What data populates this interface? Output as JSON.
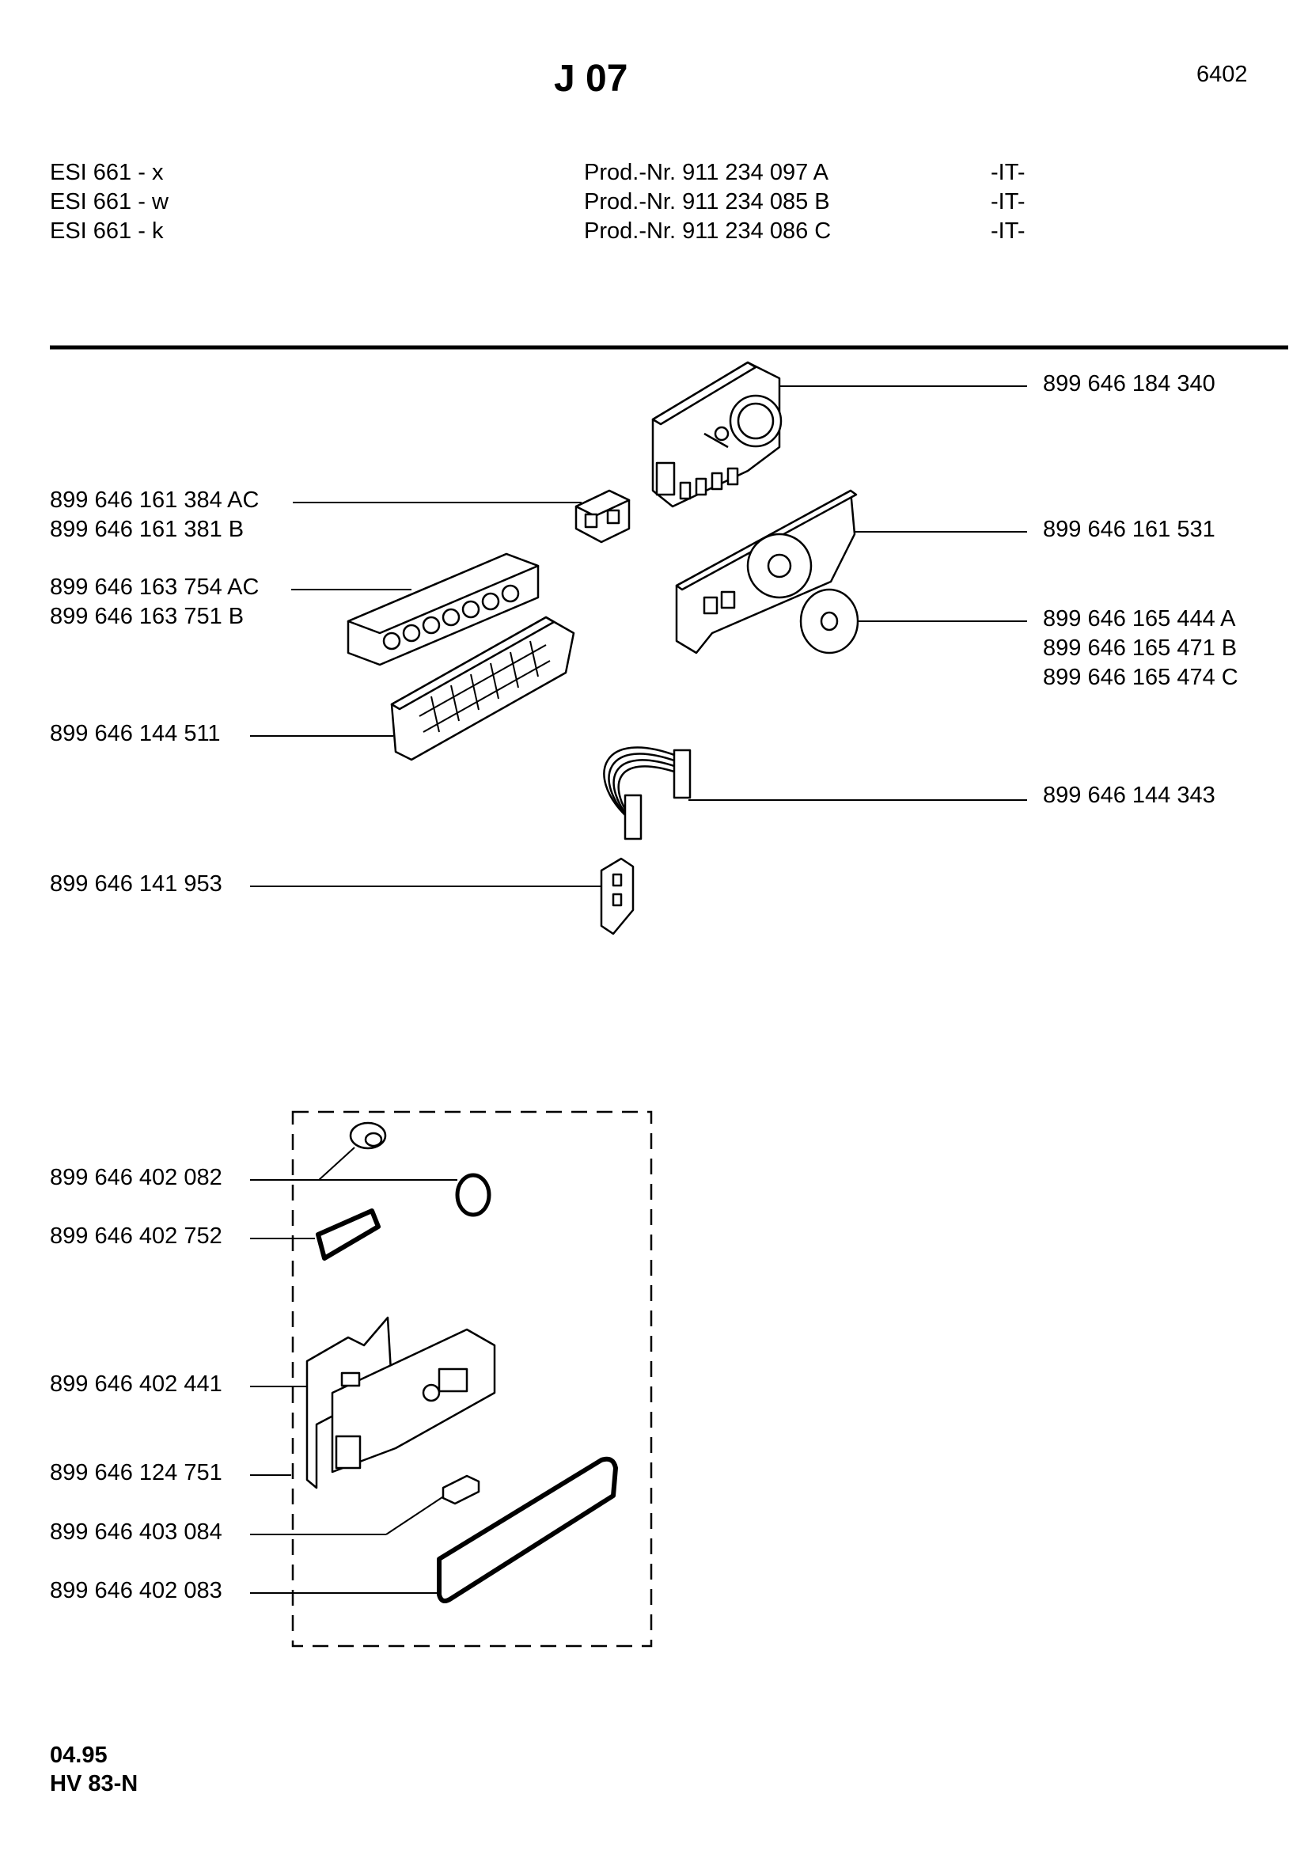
{
  "page": {
    "title": "J 07",
    "sheet_number": "6402"
  },
  "models": [
    {
      "model": "ESI 661 - x",
      "prod_nr": "Prod.-Nr. 911 234 097 A",
      "country": "-IT-"
    },
    {
      "model": "ESI 661 - w",
      "prod_nr": "Prod.-Nr. 911 234 085 B",
      "country": "-IT-"
    },
    {
      "model": "ESI 661 - k",
      "prod_nr": "Prod.-Nr. 911 234 086 C",
      "country": "-IT-"
    }
  ],
  "parts": {
    "timer": "899 646 184 340",
    "switch_block_1": "899 646 161 384 AC",
    "switch_block_2": "899 646 161 381 B",
    "push_buttons_1": "899 646 163 754 AC",
    "push_buttons_2": "899 646 163 751 B",
    "control_panel": "899 646 161 531",
    "knob_1": "899 646 165 444 A",
    "knob_2": "899 646 165 471 B",
    "knob_3": "899 646 165 474 C",
    "button_panel": "899 646 144 511",
    "wiring_harness": "899 646 144 343",
    "connector": "899 646 141 953",
    "cap": "899 646 402 082",
    "gasket": "899 646 402 752",
    "door_lock": "899 646 402 441",
    "microswitch": "899 646 124 751",
    "clip": "899 646 403 084",
    "seal": "899 646 402 083"
  },
  "footer": {
    "date": "04.95",
    "code": "HV 83-N"
  }
}
